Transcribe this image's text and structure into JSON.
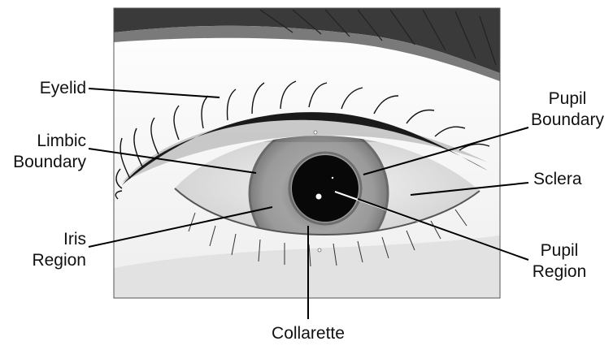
{
  "labels": {
    "eyelid": [
      "Eyelid"
    ],
    "limbic": [
      "Limbic",
      "Boundary"
    ],
    "iris": [
      "Iris",
      "Region"
    ],
    "pupil_boundary": [
      "Pupil",
      "Boundary"
    ],
    "sclera": [
      "Sclera"
    ],
    "pupil_region": [
      "Pupil",
      "Region"
    ],
    "collarette": [
      "Collarette"
    ]
  }
}
